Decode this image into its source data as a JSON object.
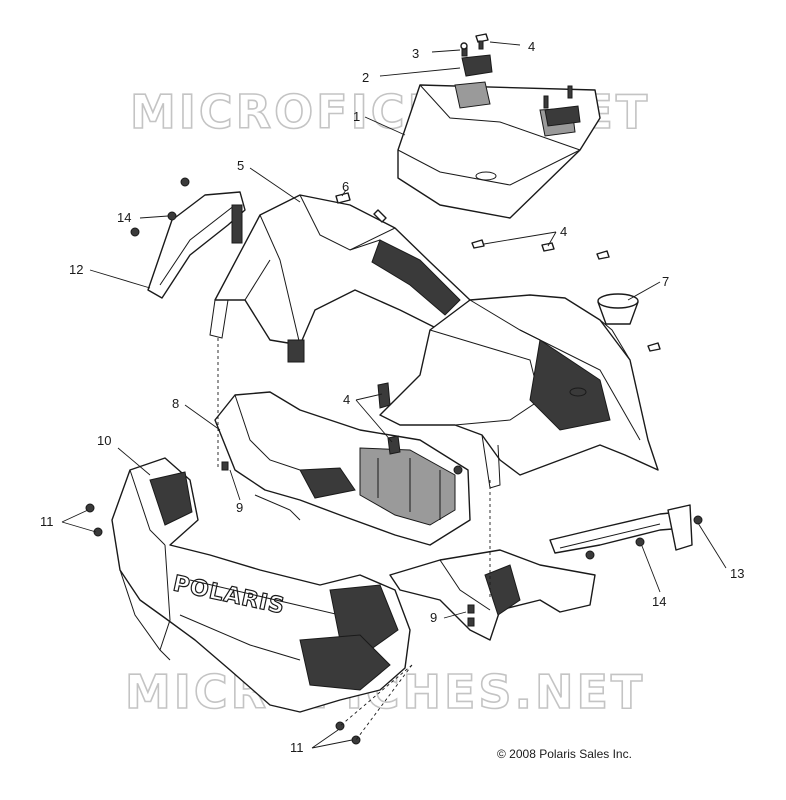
{
  "watermark": "MICROFICHES.NET",
  "brand_mark": "POLARIS",
  "copyright": "© 2008 Polaris Sales Inc.",
  "callouts": [
    "3",
    "4",
    "2",
    "1",
    "5",
    "6",
    "14",
    "12",
    "4",
    "7",
    "4",
    "8",
    "10",
    "9",
    "11",
    "13",
    "14",
    "9",
    "11"
  ]
}
